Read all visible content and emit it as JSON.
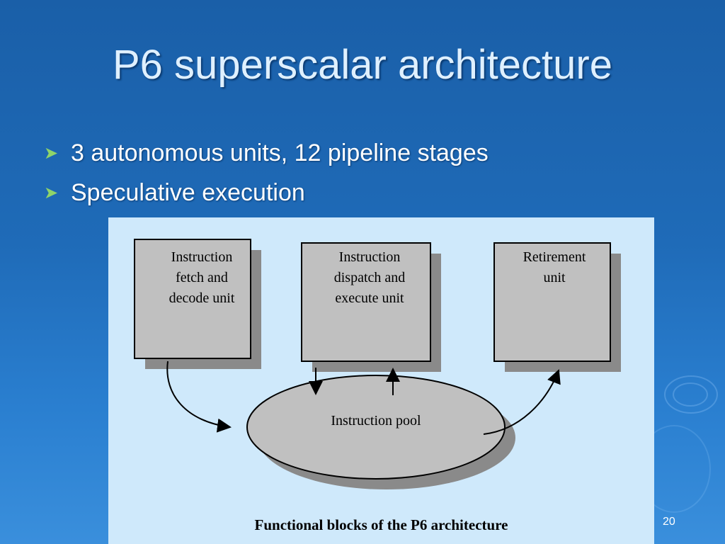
{
  "slide": {
    "title": "P6 superscalar architecture",
    "bullets": [
      {
        "icon": "arrowhead-bullet-icon",
        "text": "3 autonomous units, 12 pipeline stages"
      },
      {
        "icon": "arrowhead-bullet-icon",
        "text": "Speculative execution"
      }
    ],
    "slide_number": "20"
  },
  "diagram": {
    "units": [
      {
        "label": "Instruction\nfetch and\ndecode unit"
      },
      {
        "label": "Instruction\ndispatch and\nexecute unit"
      },
      {
        "label": "Retirement\nunit"
      }
    ],
    "pool_label": "Instruction pool",
    "caption": "Functional blocks of the P6 architecture",
    "edges": [
      {
        "from": "Instruction fetch and decode unit",
        "to": "Instruction pool"
      },
      {
        "from": "Instruction dispatch and execute unit",
        "to": "Instruction pool"
      },
      {
        "from": "Instruction pool",
        "to": "Instruction dispatch and execute unit"
      },
      {
        "from": "Instruction pool",
        "to": "Retirement unit"
      }
    ],
    "colors": {
      "panel": "#cfe9fb",
      "box_fill": "#c0c0c0",
      "box_shadow": "#8a8a8a",
      "bullet": "#8fd46a"
    }
  }
}
